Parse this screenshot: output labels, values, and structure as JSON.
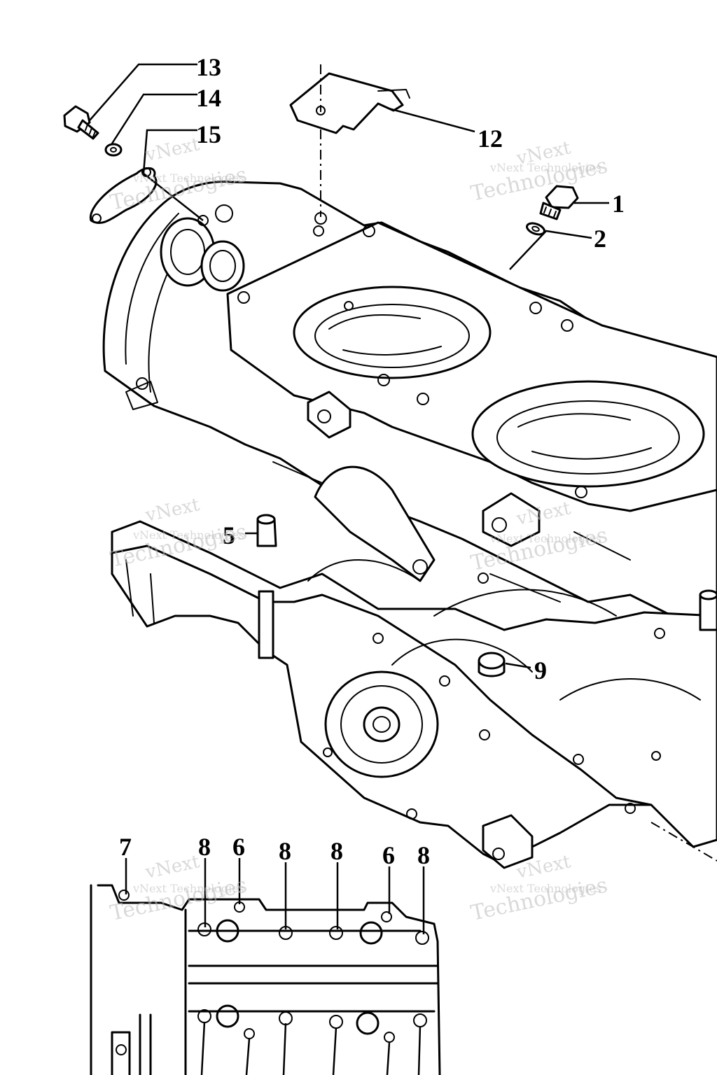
{
  "callouts": {
    "c1": "1",
    "c2": "2",
    "c5": "5",
    "c6a": "6",
    "c6b": "6",
    "c7": "7",
    "c8a": "8",
    "c8b": "8",
    "c8c": "8",
    "c8d": "8",
    "c9": "9",
    "c12": "12",
    "c13": "13",
    "c14": "14",
    "c15": "15"
  },
  "watermark": {
    "line1": "vNext Technologies",
    "line2": "vNext",
    "line3": "Technologies"
  }
}
